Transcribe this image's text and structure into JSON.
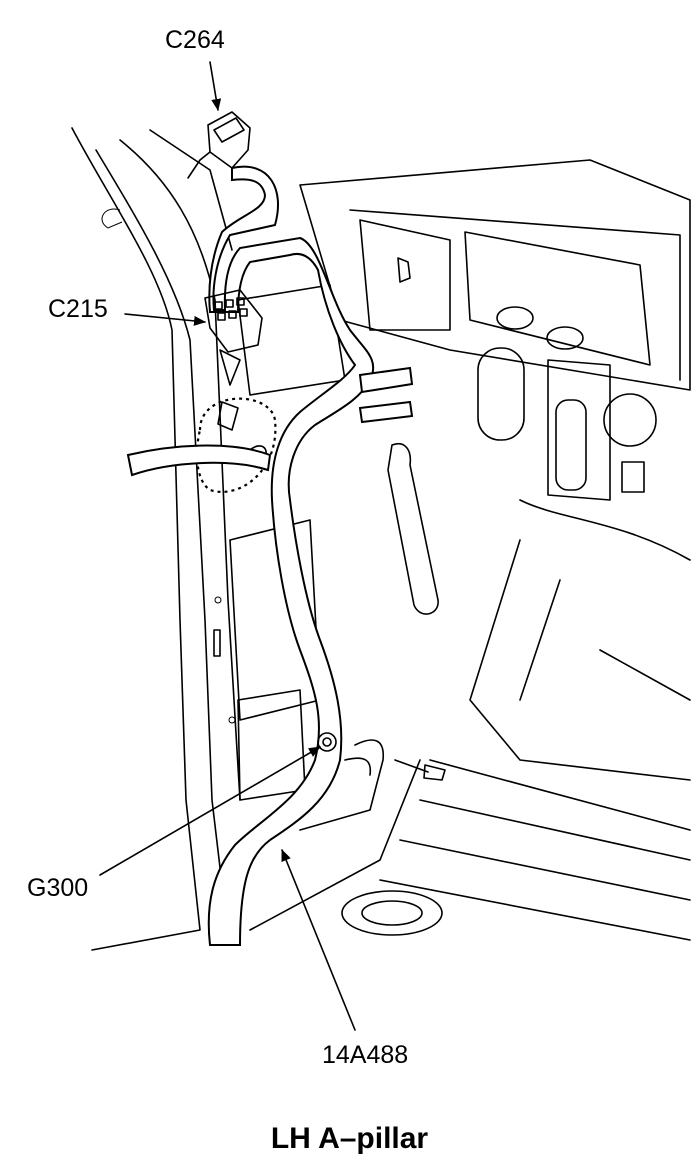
{
  "callouts": {
    "c264": "C264",
    "c215": "C215",
    "g300": "G300",
    "harness": "14A488"
  },
  "caption": "LH A–pillar"
}
